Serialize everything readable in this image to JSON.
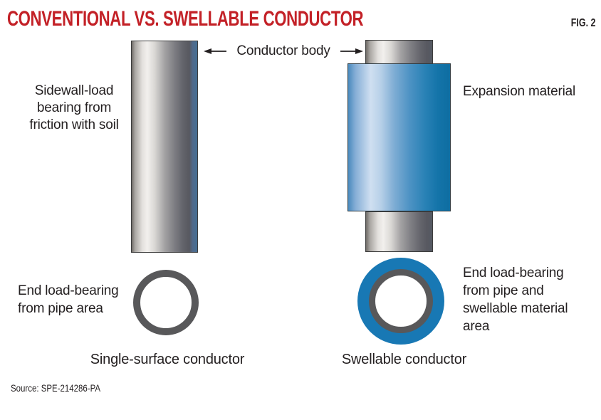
{
  "figure": {
    "title": "CONVENTIONAL VS. SWELLABLE CONDUCTOR",
    "fig_label": "FIG. 2",
    "source": "Source: SPE-214286-PA"
  },
  "labels": {
    "conductor_body": "Conductor body",
    "sidewall_load": "Sidewall-load bearing from friction with soil",
    "expansion_material": "Expansion material",
    "end_load_left": "End load-bearing from pipe area",
    "end_load_right": "End load-bearing from pipe and swellable material area",
    "caption_left": "Single-surface conductor",
    "caption_right": "Swellable conductor"
  },
  "colors": {
    "title_red": "#c32127",
    "text": "#231f20",
    "steel_ring_gray": "#58585a",
    "swell_blue": "#1878b4",
    "cylinder_edge_blue": "#456f94",
    "cylinder_light_gray": "#f2f0ed",
    "cylinder_dark_gray": "#57585f",
    "expansion_blue_light": "#cfdff1",
    "expansion_blue_dark": "#0e6da1"
  }
}
